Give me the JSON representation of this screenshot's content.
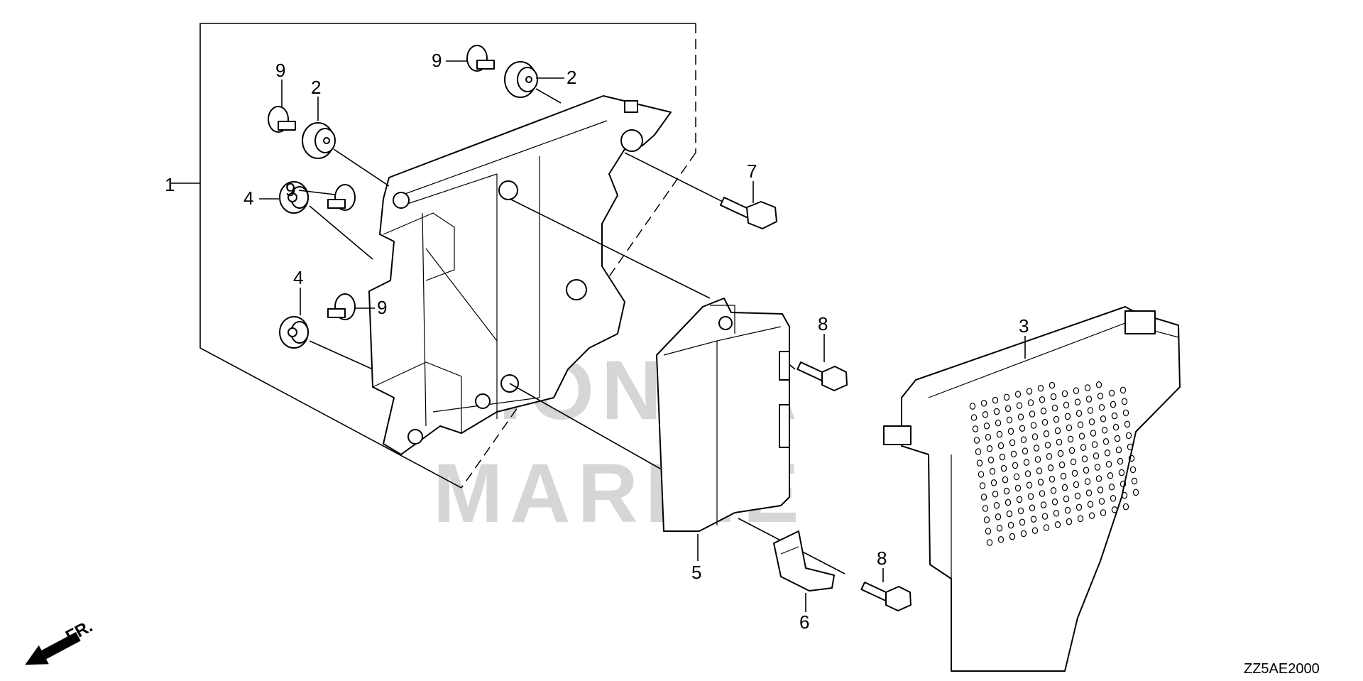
{
  "diagram": {
    "callouts": {
      "c1": "1",
      "c2a": "2",
      "c2b": "2",
      "c3": "3",
      "c4a": "4",
      "c4b": "4",
      "c5": "5",
      "c6": "6",
      "c7": "7",
      "c8a": "8",
      "c8b": "8",
      "c9a": "9",
      "c9b": "9",
      "c9c": "9",
      "c9d": "9"
    },
    "watermark": {
      "line1": "HONDA",
      "line2": "MARINE"
    },
    "front_marker": "FR.",
    "diagram_code": "ZZ5AE2000"
  }
}
